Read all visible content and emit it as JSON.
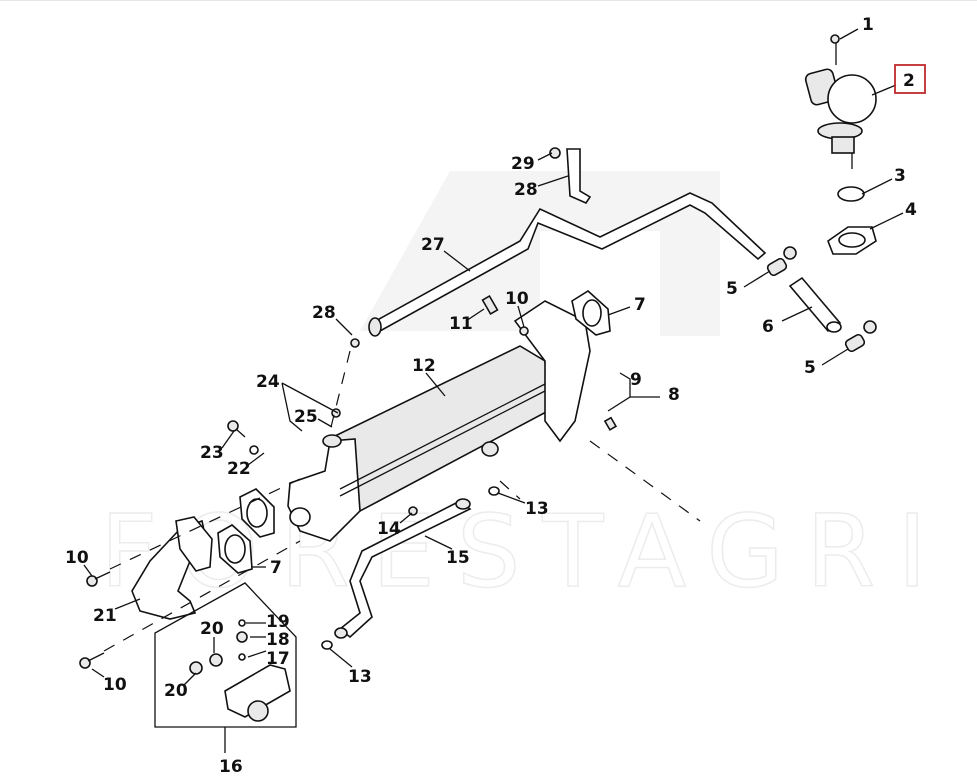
{
  "watermark": "FORESTAGRI",
  "highlight_color": "#c0282d",
  "callouts": [
    "1",
    "2",
    "3",
    "4",
    "5",
    "6",
    "5",
    "7",
    "8",
    "9",
    "10",
    "11",
    "12",
    "13",
    "14",
    "15",
    "16",
    "17",
    "18",
    "19",
    "20",
    "20",
    "21",
    "22",
    "23",
    "24",
    "25",
    "27",
    "28",
    "28",
    "29",
    "10",
    "10",
    "7",
    "13"
  ]
}
